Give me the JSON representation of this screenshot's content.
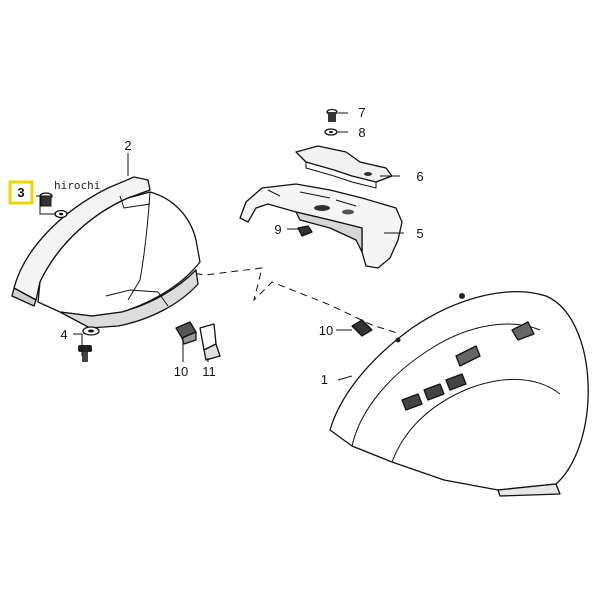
{
  "watermark": "hirochi",
  "highlight_color": "#f2d400",
  "callouts": [
    {
      "id": "c1",
      "label": "1"
    },
    {
      "id": "c2",
      "label": "2"
    },
    {
      "id": "c3",
      "label": "3",
      "highlighted": true
    },
    {
      "id": "c4",
      "label": "4"
    },
    {
      "id": "c5",
      "label": "5"
    },
    {
      "id": "c6",
      "label": "6"
    },
    {
      "id": "c7",
      "label": "7"
    },
    {
      "id": "c8",
      "label": "8"
    },
    {
      "id": "c9",
      "label": "9"
    },
    {
      "id": "c10a",
      "label": "10"
    },
    {
      "id": "c10b",
      "label": "10"
    },
    {
      "id": "c11",
      "label": "11"
    }
  ]
}
